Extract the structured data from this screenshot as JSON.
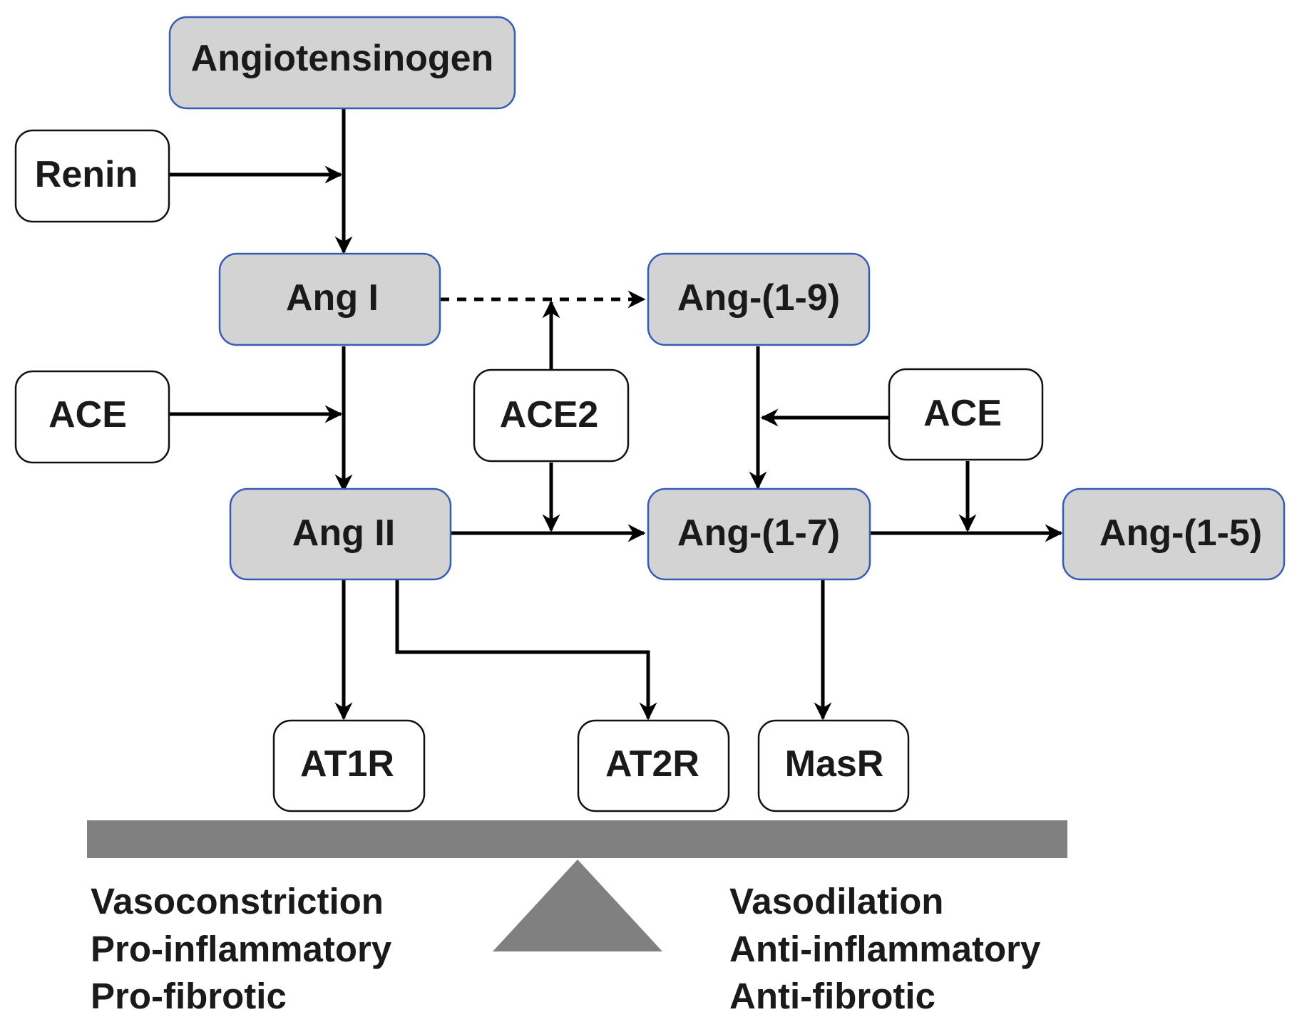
{
  "nodes": {
    "angiotensinogen": "Angiotensinogen",
    "renin": "Renin",
    "ang1": "Ang I",
    "ang19": "Ang-(1-9)",
    "ace_left": "ACE",
    "ace2": "ACE2",
    "ace_right": "ACE",
    "ang2": "Ang II",
    "ang17": "Ang-(1-7)",
    "ang15": "Ang-(1-5)",
    "at1r": "AT1R",
    "at2r": "AT2R",
    "masr": "MasR"
  },
  "effects": {
    "left": [
      "Vasoconstriction",
      "Pro-inflammatory",
      "Pro-fibrotic"
    ],
    "right": [
      "Vasodilation",
      "Anti-inflammatory",
      "Anti-fibrotic"
    ]
  },
  "colors": {
    "peptide_fill": "#d3d3d3",
    "peptide_border": "#3a5bb5",
    "enzyme_fill": "#ffffff",
    "balance_bar": "#808080"
  }
}
